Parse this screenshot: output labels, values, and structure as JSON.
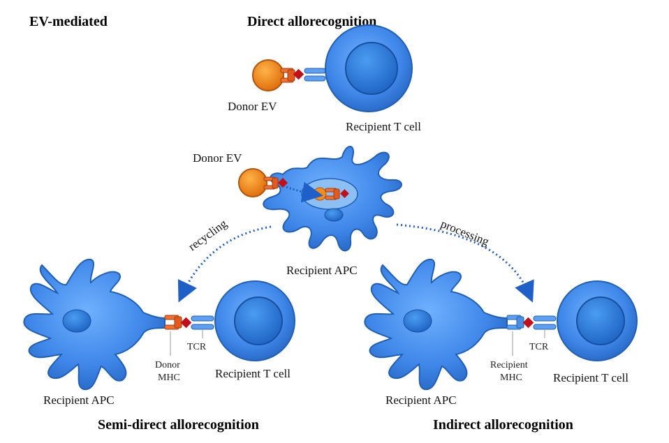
{
  "headings": {
    "ev_mediated": "EV-mediated",
    "direct": "Direct allorecognition",
    "semi_direct": "Semi-direct allorecognition",
    "indirect": "Indirect allorecognition"
  },
  "labels": {
    "donor_ev_top": "Donor EV",
    "recipient_t_cell_top": "Recipient T cell",
    "donor_ev_mid": "Donor EV",
    "recipient_apc_mid": "Recipient APC",
    "recycling": "recycling",
    "processing": "processing",
    "left_apc": "Recipient APC",
    "left_tcr": "TCR",
    "left_mhc_line1": "Donor",
    "left_mhc_line2": "MHC",
    "left_t_cell": "Recipient T cell",
    "right_apc": "Recipient APC",
    "right_tcr": "TCR",
    "right_mhc_line1": "Recipient",
    "right_mhc_line2": "MHC",
    "right_t_cell": "Recipient T cell"
  },
  "colors": {
    "cell_blue": "#3b82e6",
    "cell_dark": "#1f5fb8",
    "nucleus": "#2a7ad8",
    "ev_orange": "#f28c1c",
    "mhc_donor": "#e25a1e",
    "peptide": "#c0101c",
    "receptor_blue": "#4a8fe0",
    "arrow": "#1f5fc8"
  }
}
